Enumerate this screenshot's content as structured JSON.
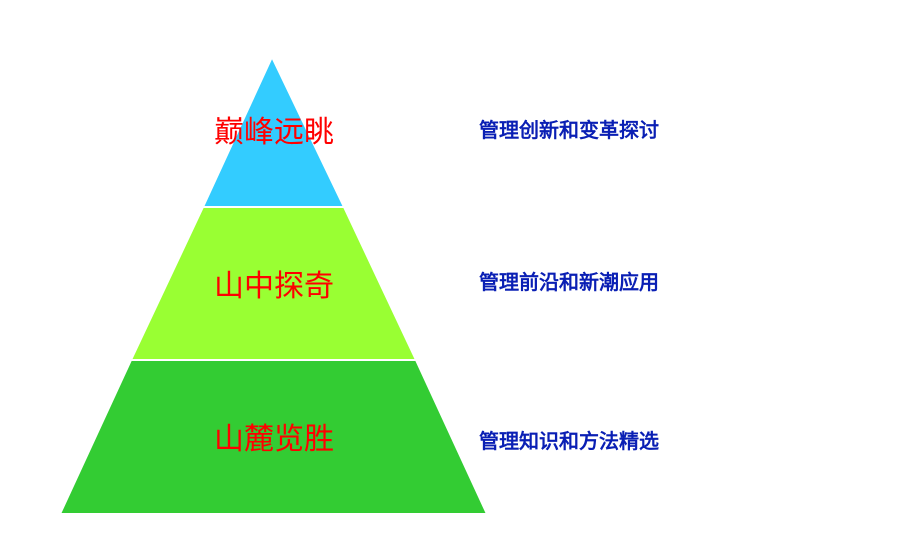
{
  "colors": {
    "label_red": "#ff0000",
    "desc_blue": "#0a1fb4",
    "tier_top": "#33ccff",
    "tier_middle": "#99ff33",
    "tier_bottom": "#33cc33"
  },
  "tiers": [
    {
      "label": "巅峰远眺",
      "description": "管理创新和变革探讨"
    },
    {
      "label": "山中探奇",
      "description": "管理前沿和新潮应用"
    },
    {
      "label": "山麓览胜",
      "description": "管理知识和方法精选"
    }
  ]
}
